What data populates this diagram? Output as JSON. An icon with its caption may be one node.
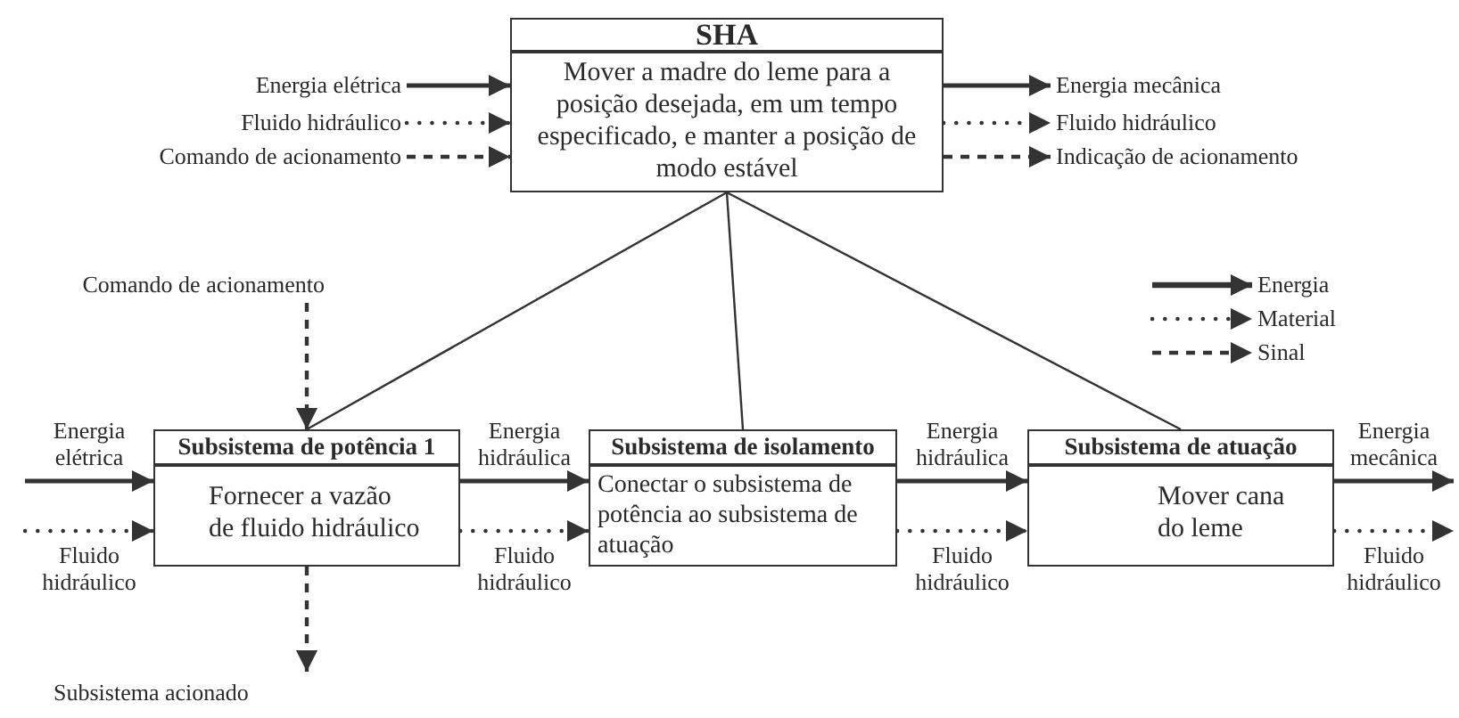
{
  "diagram": {
    "nodes": [
      {
        "text": [
          "SHA",
          "Mover a madre do leme para a posição desejada, em um tempo especificado, e manter a posição de modo estável"
        ]
      },
      {
        "text": [
          "Subsistema de potência 1",
          "Fornecer a vazão de fluido hidráulico"
        ]
      },
      {
        "text": [
          "Subsistema de isolamento",
          "Conectar o subsistema de potência ao subsistema de atuação"
        ]
      },
      {
        "text": [
          "Subsistema de atuação",
          "Mover cana do leme"
        ]
      },
      {
        "text": [
          "Energia elétrica"
        ]
      },
      {
        "text": [
          "Fluido hidráulico"
        ]
      },
      {
        "text": [
          "Comando de acionamento"
        ]
      },
      {
        "text": [
          "Energia mecânica"
        ]
      },
      {
        "text": [
          "Fluido hidráulico"
        ]
      },
      {
        "text": [
          "Indicação de acionamento"
        ]
      },
      {
        "text": [
          "Comando de acionamento"
        ]
      },
      {
        "text": [
          "Subsistema acionado"
        ]
      }
    ],
    "edges": [
      {
        "from": 4,
        "to": 0,
        "arrow": "to"
      },
      {
        "from": 5,
        "to": 0,
        "arrow": "to",
        "style": "dashed"
      },
      {
        "from": 6,
        "to": 0,
        "arrow": "to",
        "style": "dashed"
      },
      {
        "from": 0,
        "to": 7,
        "arrow": "to"
      },
      {
        "from": 0,
        "to": 8,
        "arrow": "to",
        "style": "dashed"
      },
      {
        "from": 0,
        "to": 9,
        "arrow": "to",
        "style": "dashed"
      },
      {
        "from": 10,
        "to": 1,
        "arrow": "to",
        "style": "dashed"
      },
      {
        "from": 1,
        "to": 11,
        "arrow": "to",
        "style": "dashed"
      },
      {
        "from": 0,
        "to": 1,
        "arrow": "none"
      },
      {
        "from": 0,
        "to": 2,
        "arrow": "none"
      },
      {
        "from": 0,
        "to": 3,
        "arrow": "none"
      },
      {
        "from": null,
        "to": 1,
        "arrow": "to",
        "label": "Energia elétrica"
      },
      {
        "from": null,
        "to": 1,
        "arrow": "to",
        "style": "dashed",
        "label": "Fluido hidráulico"
      },
      {
        "from": 1,
        "to": 2,
        "arrow": "to",
        "label": "Energia hidráulica"
      },
      {
        "from": 1,
        "to": 2,
        "arrow": "to",
        "style": "dashed",
        "label": "Fluido hidráulico"
      },
      {
        "from": 2,
        "to": 3,
        "arrow": "to",
        "label": "Energia hidráulica"
      },
      {
        "from": 2,
        "to": 3,
        "arrow": "to",
        "style": "dashed",
        "label": "Fluido hidráulico"
      },
      {
        "from": 3,
        "to": null,
        "arrow": "to",
        "label": "Energia mecânica"
      },
      {
        "from": 3,
        "to": null,
        "arrow": "to",
        "style": "dashed",
        "label": "Fluido hidráulico"
      }
    ],
    "legend": [
      {
        "text": "Energia"
      },
      {
        "text": "Material"
      },
      {
        "text": "Sinal"
      }
    ]
  }
}
